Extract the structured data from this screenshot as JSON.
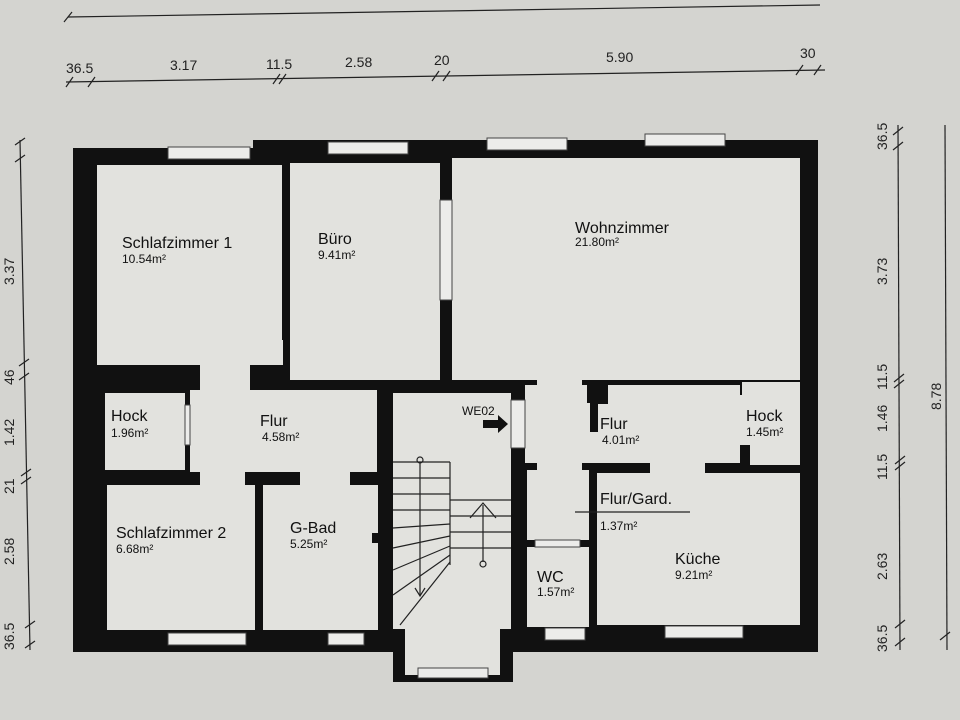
{
  "dimensions": {
    "top": [
      "36.5",
      "3.17",
      "11.5",
      "2.58",
      "20",
      "5.90",
      "30"
    ],
    "left": [
      "36.5",
      "2.58",
      "21",
      "1.42",
      "46",
      "3.37"
    ],
    "right": [
      "36.5",
      "3.73",
      "11.5",
      "1.46",
      "11.5",
      "2.63",
      "36.5"
    ],
    "right_total": "8.78"
  },
  "rooms": {
    "schlafzimmer1": {
      "name": "Schlafzimmer 1",
      "area": "10.54m²"
    },
    "buero": {
      "name": "Büro",
      "area": "9.41m²"
    },
    "wohnzimmer": {
      "name": "Wohnzimmer",
      "area": "21.80m²"
    },
    "hock_left": {
      "name": "Hock",
      "area": "1.96m²"
    },
    "flur_left": {
      "name": "Flur",
      "area": "4.58m²"
    },
    "flur_right": {
      "name": "Flur",
      "area": "4.01m²"
    },
    "hock_right": {
      "name": "Hock",
      "area": "1.45m²"
    },
    "schlafzimmer2": {
      "name": "Schlafzimmer 2",
      "area": "6.68m²"
    },
    "gbad": {
      "name": "G-Bad",
      "area": "5.25m²"
    },
    "flur_gard": {
      "name": "Flur/Gard.",
      "area": "1.37m²"
    },
    "wc": {
      "name": "WC",
      "area": "1.57m²"
    },
    "kueche": {
      "name": "Küche",
      "area": "9.21m²"
    }
  },
  "entrance_label": "WE02"
}
